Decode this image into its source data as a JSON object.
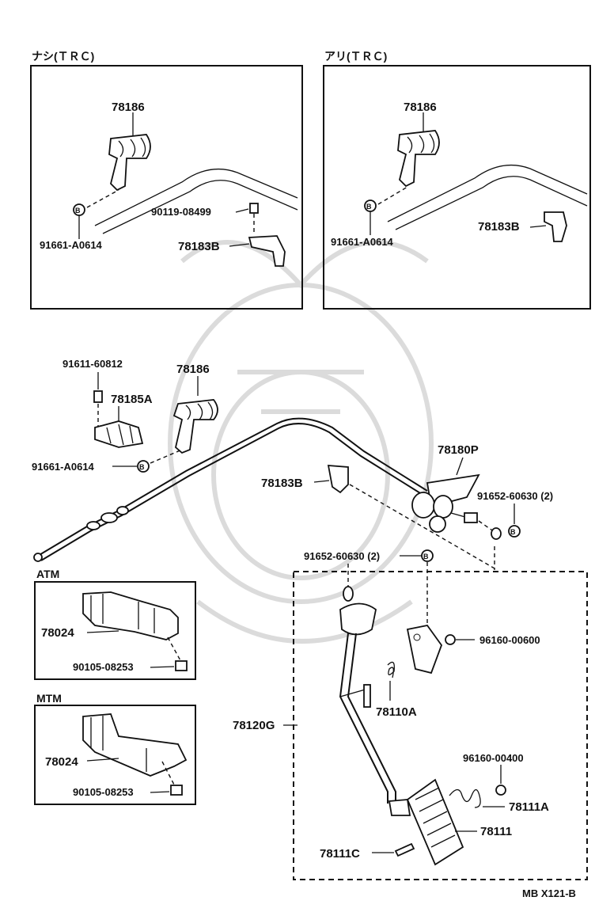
{
  "sections": {
    "no_trc": "ナシ(ＴＲＣ)",
    "with_trc": "アリ(ＴＲＣ)",
    "atm": "ATM",
    "mtm": "MTM"
  },
  "parts": {
    "p78186": "78186",
    "p91661": "91661-A0614",
    "p90119": "90119-08499",
    "p78183B": "78183B",
    "p91611": "91611-60812",
    "p78185A": "78185A",
    "p78180P": "78180P",
    "p91652_2": "91652-60630 (2)",
    "p78024": "78024",
    "p90105": "90105-08253",
    "p96160_600": "96160-00600",
    "p78110A": "78110A",
    "p78120G": "78120G",
    "p96160_400": "96160-00400",
    "p78111A": "78111A",
    "p78111": "78111",
    "p78111C": "78111C",
    "marker_b": "B"
  },
  "footer": {
    "code": "MB X121-B"
  }
}
